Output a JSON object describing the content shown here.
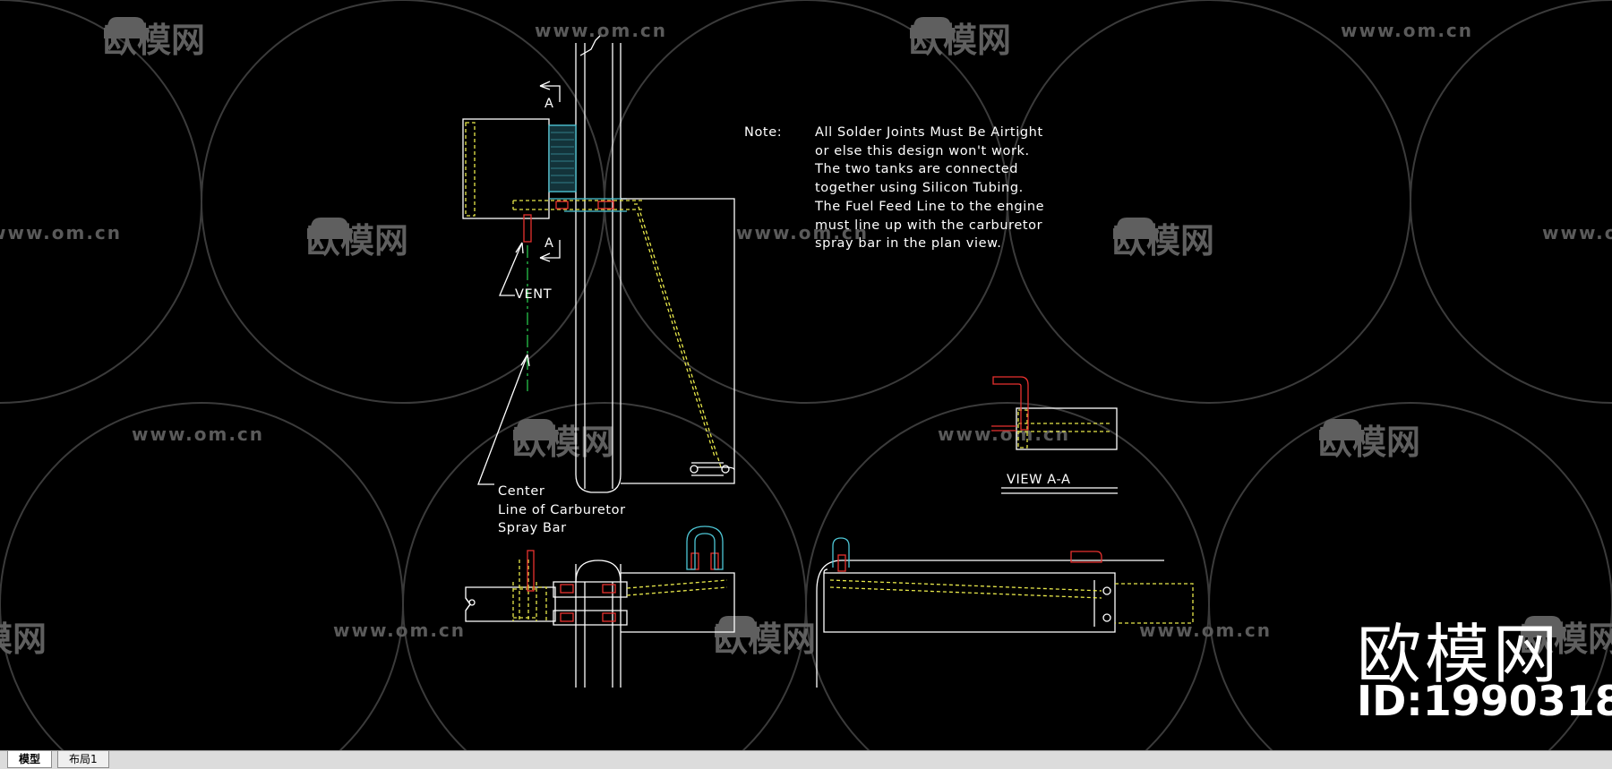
{
  "note": {
    "label": "Note:",
    "lines": [
      "All Solder Joints Must Be Airtight",
      "or else this design won't work.",
      "The two tanks are connected",
      "together using Silicon Tubing.",
      "The Fuel Feed Line to the engine",
      "must line up with the carburetor",
      "spray bar in the plan view."
    ]
  },
  "labels": {
    "section_a_top": "A",
    "section_a_bottom": "A",
    "vent": "VENT",
    "centerline": [
      "Center",
      "Line of Carburetor",
      "Spray Bar"
    ],
    "view_title": "VIEW A-A"
  },
  "watermark": {
    "url": "www.om.cn",
    "logo_text": "欧模网",
    "big_text": "欧模网",
    "id_text": "ID:1990318"
  },
  "tabs": [
    {
      "label": "模型",
      "active": true
    },
    {
      "label": "布局1",
      "active": false
    }
  ],
  "colors": {
    "background": "#000000",
    "line_white": "#ffffff",
    "line_yellow": "#e8e84a",
    "line_cyan": "#4ec7d6",
    "line_red": "#e8312f",
    "line_green": "#27c24a",
    "watermark": "#5a5a5a"
  }
}
